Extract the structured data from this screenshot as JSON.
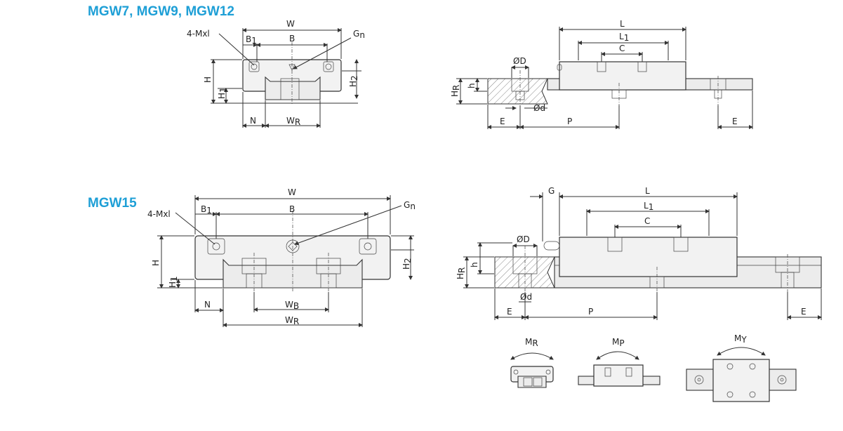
{
  "titles": {
    "top": "MGW7, MGW9, MGW12",
    "bottom": "MGW15"
  },
  "labels": {
    "W": "W",
    "B": "B",
    "B1": "B",
    "B1_sub": "1",
    "Gn": "G",
    "Gn_sub": "n",
    "Mxl": "4-Mxl",
    "H": "H",
    "H1": "H",
    "H1_sub": "1",
    "H2": "H",
    "H2_sub": "2",
    "N": "N",
    "WR": "W",
    "WR_sub": "R",
    "WB": "W",
    "WB_sub": "B",
    "L": "L",
    "L1": "L",
    "L1_sub": "1",
    "C": "C",
    "OD": "ØD",
    "Od": "Ød",
    "HR": "H",
    "HR_sub": "R",
    "h": "h",
    "E": "E",
    "P": "P",
    "G": "G",
    "M": "M",
    "MR_sub": "R",
    "MP_sub": "P",
    "MY_sub": "Y"
  }
}
